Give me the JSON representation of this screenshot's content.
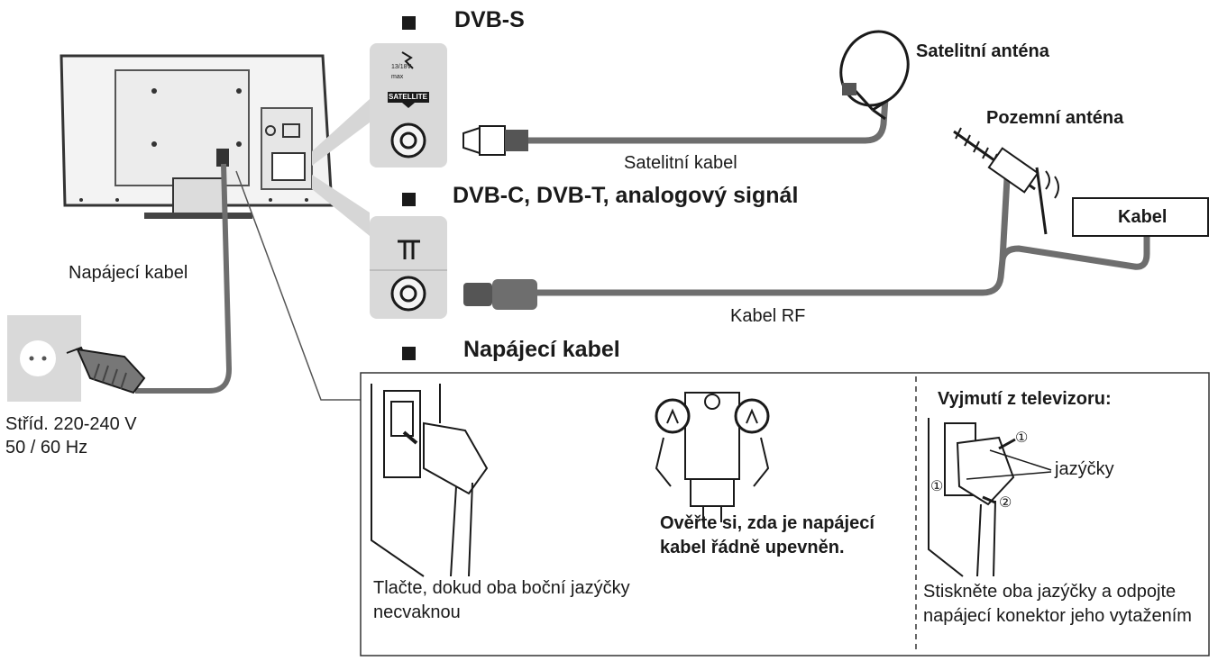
{
  "headings": {
    "dvbs": "DVB-S",
    "dvbc": "DVB-C, DVB-T, analogový signál",
    "power": "Napájecí kabel"
  },
  "labels": {
    "satellite_antenna": "Satelitní anténa",
    "terrestrial_antenna": "Pozemní anténa",
    "cable_box": "Kabel",
    "satellite_cable": "Satelitní kabel",
    "rf_cable": "Kabel RF",
    "power_cable": "Napájecí kabel",
    "mains_line1": "Stříd. 220-240 V",
    "mains_line2": "50 / 60 Hz",
    "satellite_port_text": "SATELLITE",
    "satellite_port_small1": "13/18V",
    "satellite_port_small2": "max"
  },
  "panel": {
    "step1": "Tlačte, dokud oba boční jazýčky necvaknou",
    "step2": "Ověřte si, zda je napájecí kabel řádně upevněn.",
    "remove_title": "Vyjmutí z televizoru:",
    "tabs_label": "jazýčky",
    "marker1": "①",
    "marker2": "②",
    "step3": "Stiskněte oba jazýčky a odpojte napájecí konektor jeho vytažením"
  },
  "colors": {
    "ink": "#1a1a1a",
    "cable": "#6e6e6e",
    "port_panel": "#d9d9d9",
    "port_panel_dark": "#bdbdbd"
  }
}
